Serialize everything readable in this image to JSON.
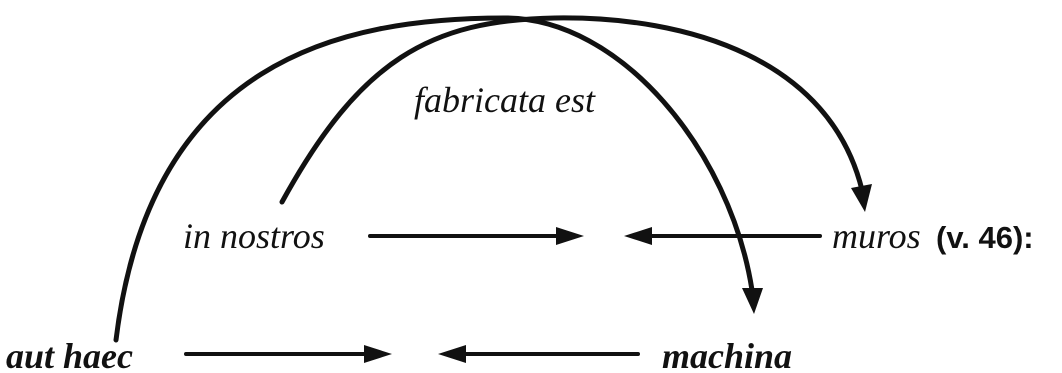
{
  "words": {
    "top": "fabricata est",
    "middle_left": "in nostros",
    "middle_right": "muros",
    "middle_right_ref": "(v. 46):",
    "bottom_left": "aut haec",
    "bottom_right": "machina"
  },
  "colors": {
    "ink": "#111111",
    "background": "#ffffff"
  }
}
